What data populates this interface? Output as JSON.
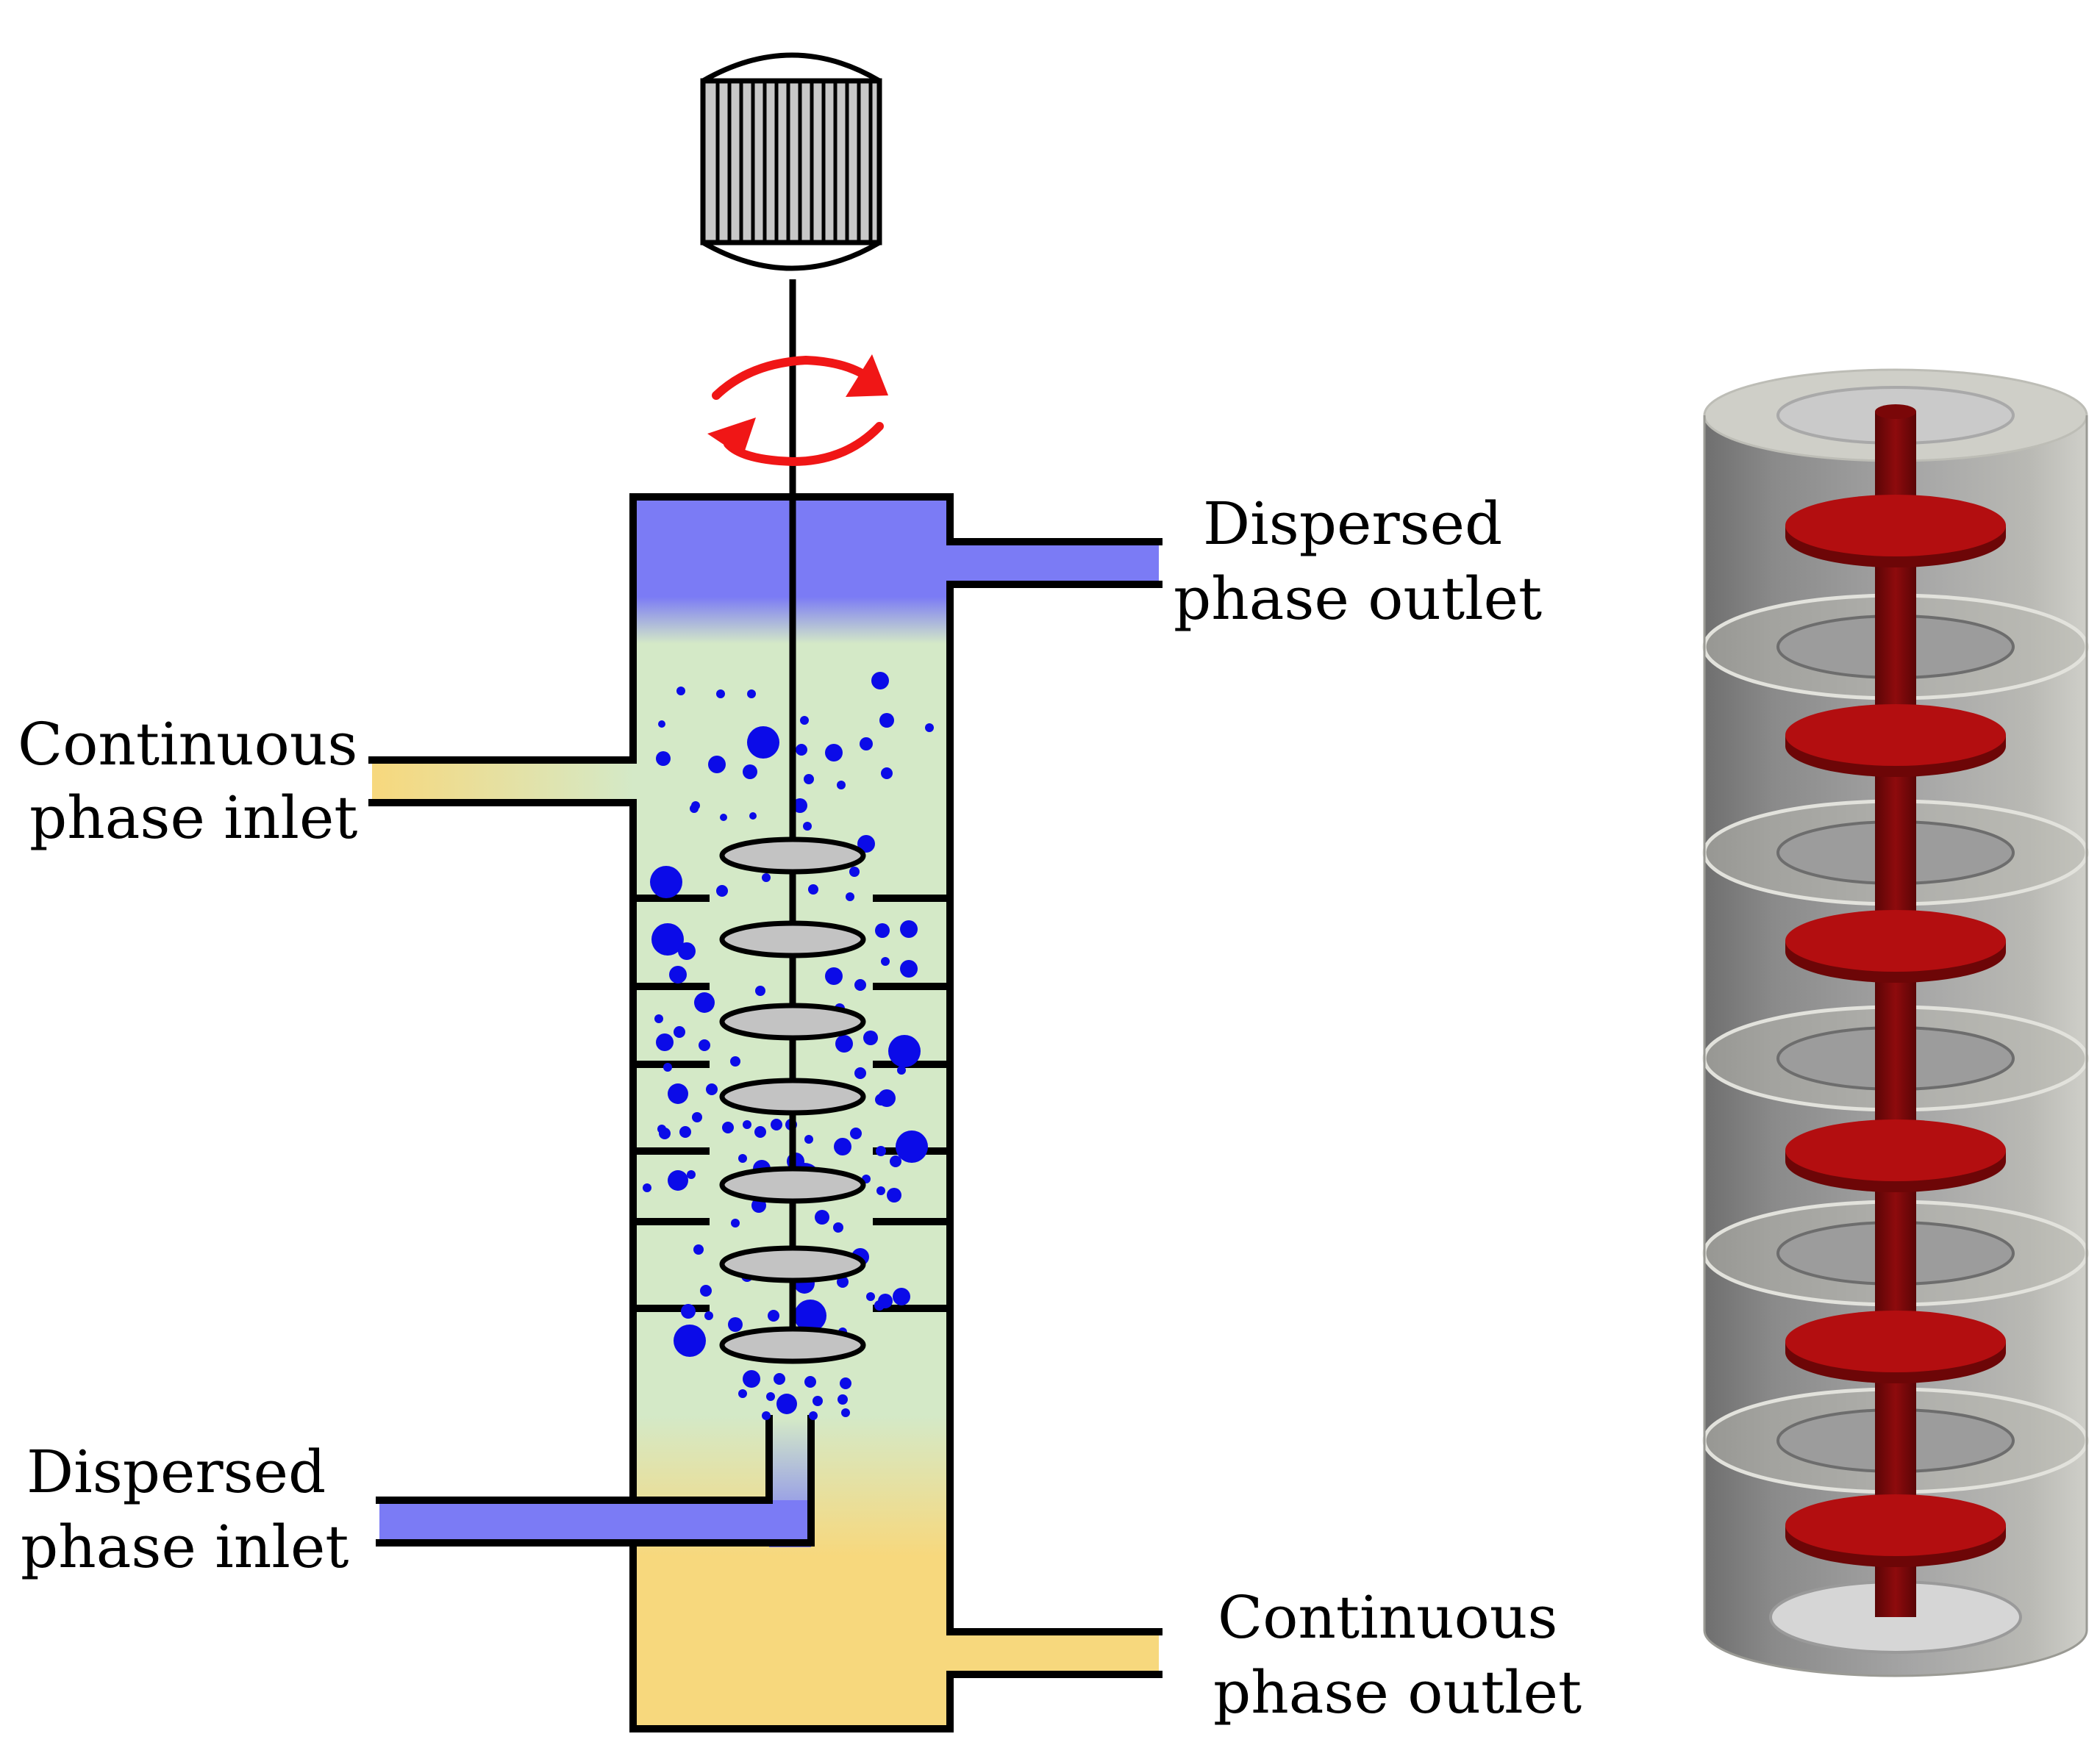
{
  "labels": {
    "dispersed_outlet": [
      "Dispersed",
      "phase outlet"
    ],
    "continuous_inlet": [
      "Continuous",
      "phase inlet"
    ],
    "dispersed_inlet": [
      "Dispersed",
      "phase inlet"
    ],
    "continuous_outlet": [
      "Continuous",
      "phase outlet"
    ]
  },
  "colors": {
    "dispersed_phase": "#7b7bf5",
    "continuous_phase": "#f7d87d",
    "mixture": "#d4e9c7",
    "droplet": "#0b0be8",
    "rotation_arrow": "#f01616",
    "disc": "#c3c3c3",
    "motor": "#c8c8c8",
    "rotor_red": "#a80d0f",
    "column_gray": "#8d8d8d"
  },
  "icons": {
    "motor": "motor-icon",
    "rotation": "rotation-arrow-icon"
  },
  "column_3d": {
    "rotor_discs": 6,
    "stator_rings": 5
  }
}
